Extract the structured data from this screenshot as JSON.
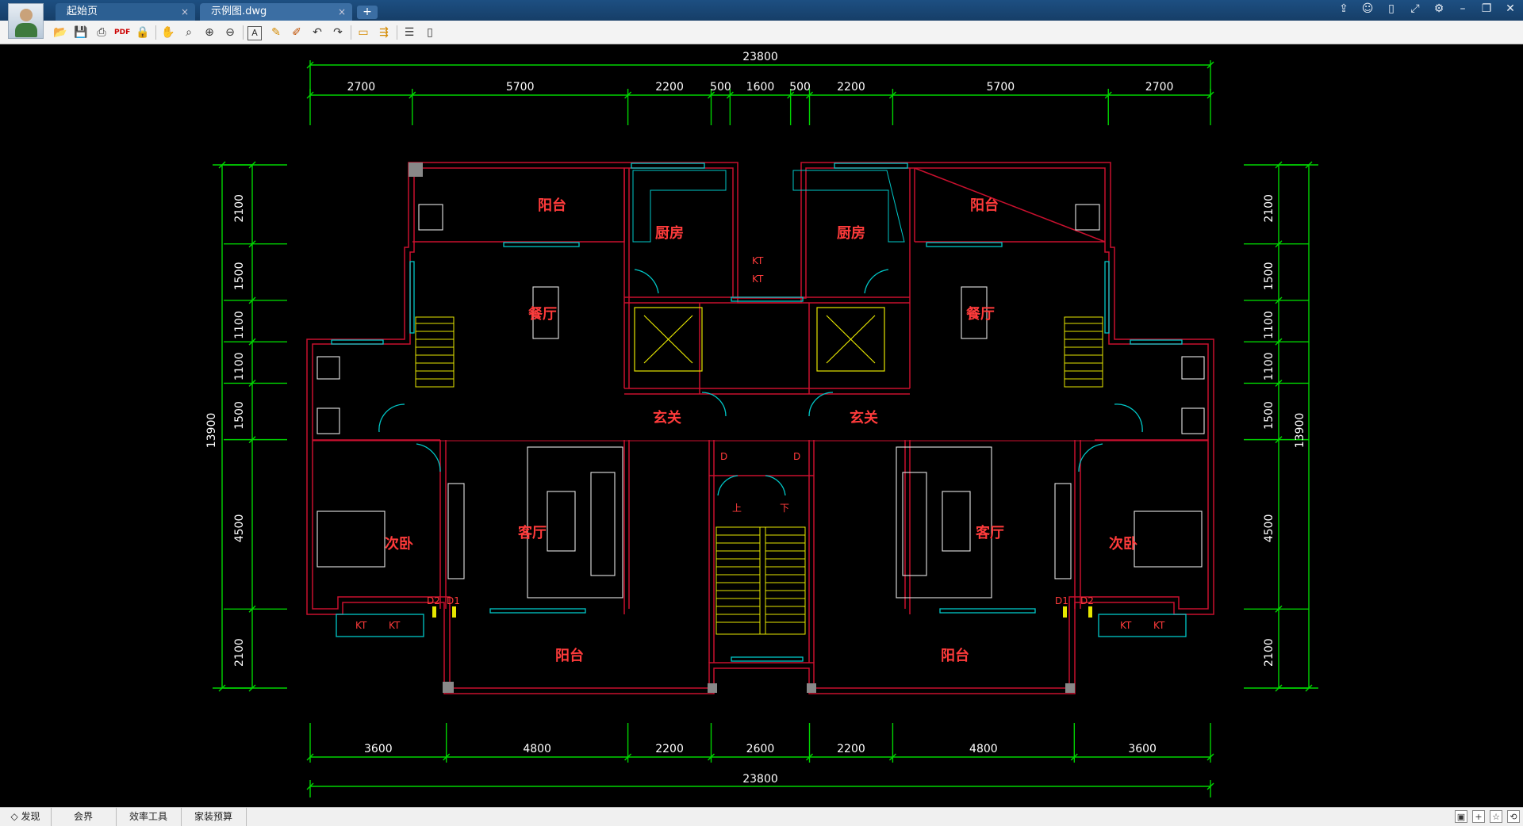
{
  "tabs": [
    {
      "label": "起始页",
      "close": "×"
    },
    {
      "label": "示例图.dwg",
      "close": "×"
    }
  ],
  "add_tab": "+",
  "window_buttons": [
    "share-icon",
    "chat-icon",
    "mobile-icon",
    "fullscreen-icon",
    "settings-icon",
    "minimize-icon",
    "restore-icon",
    "close-icon"
  ],
  "toolbar_icons": [
    "open-icon",
    "save-icon",
    "print-icon",
    "pdf-icon",
    "lock-icon",
    "pan-icon",
    "zoom-window-icon",
    "zoom-in-icon",
    "zoom-out-icon",
    "text-icon",
    "pencil-icon",
    "markup-icon",
    "undo-icon",
    "redo-icon",
    "measure-icon",
    "measure-area-icon",
    "layers-icon",
    "clear-icon"
  ],
  "status_tabs": [
    "发现",
    "会界",
    "效率工具",
    "家装预算"
  ],
  "drawing": {
    "top_total": "23800",
    "top_dims": [
      "2700",
      "5700",
      "2200",
      "500",
      "1600",
      "500",
      "2200",
      "5700",
      "2700"
    ],
    "bottom_dims": [
      "3600",
      "4800",
      "2200",
      "2600",
      "2200",
      "4800",
      "3600"
    ],
    "bottom_total": "23800",
    "left_dims": [
      "2100",
      "1500",
      "1100",
      "1100",
      "1500",
      "4500",
      "2100"
    ],
    "left_total": "13900",
    "right_dims": [
      "2100",
      "1500",
      "1100",
      "1100",
      "1500",
      "4500",
      "2100"
    ],
    "right_total": "13900",
    "rooms": {
      "balcony": "阳台",
      "kitchen": "厨房",
      "dining": "餐厅",
      "foyer": "玄关",
      "living": "客厅",
      "bedroom": "次卧"
    },
    "labels": {
      "kt": "KT",
      "d": "D",
      "d1": "D1",
      "d2": "D2",
      "up": "上",
      "down": "下"
    }
  },
  "colors": {
    "dim": "#00d400",
    "wall": "#c8102e",
    "window": "#00c8c8",
    "furniture": "#ffffff",
    "stairs": "#e6e600",
    "door": "#00c8c8"
  }
}
